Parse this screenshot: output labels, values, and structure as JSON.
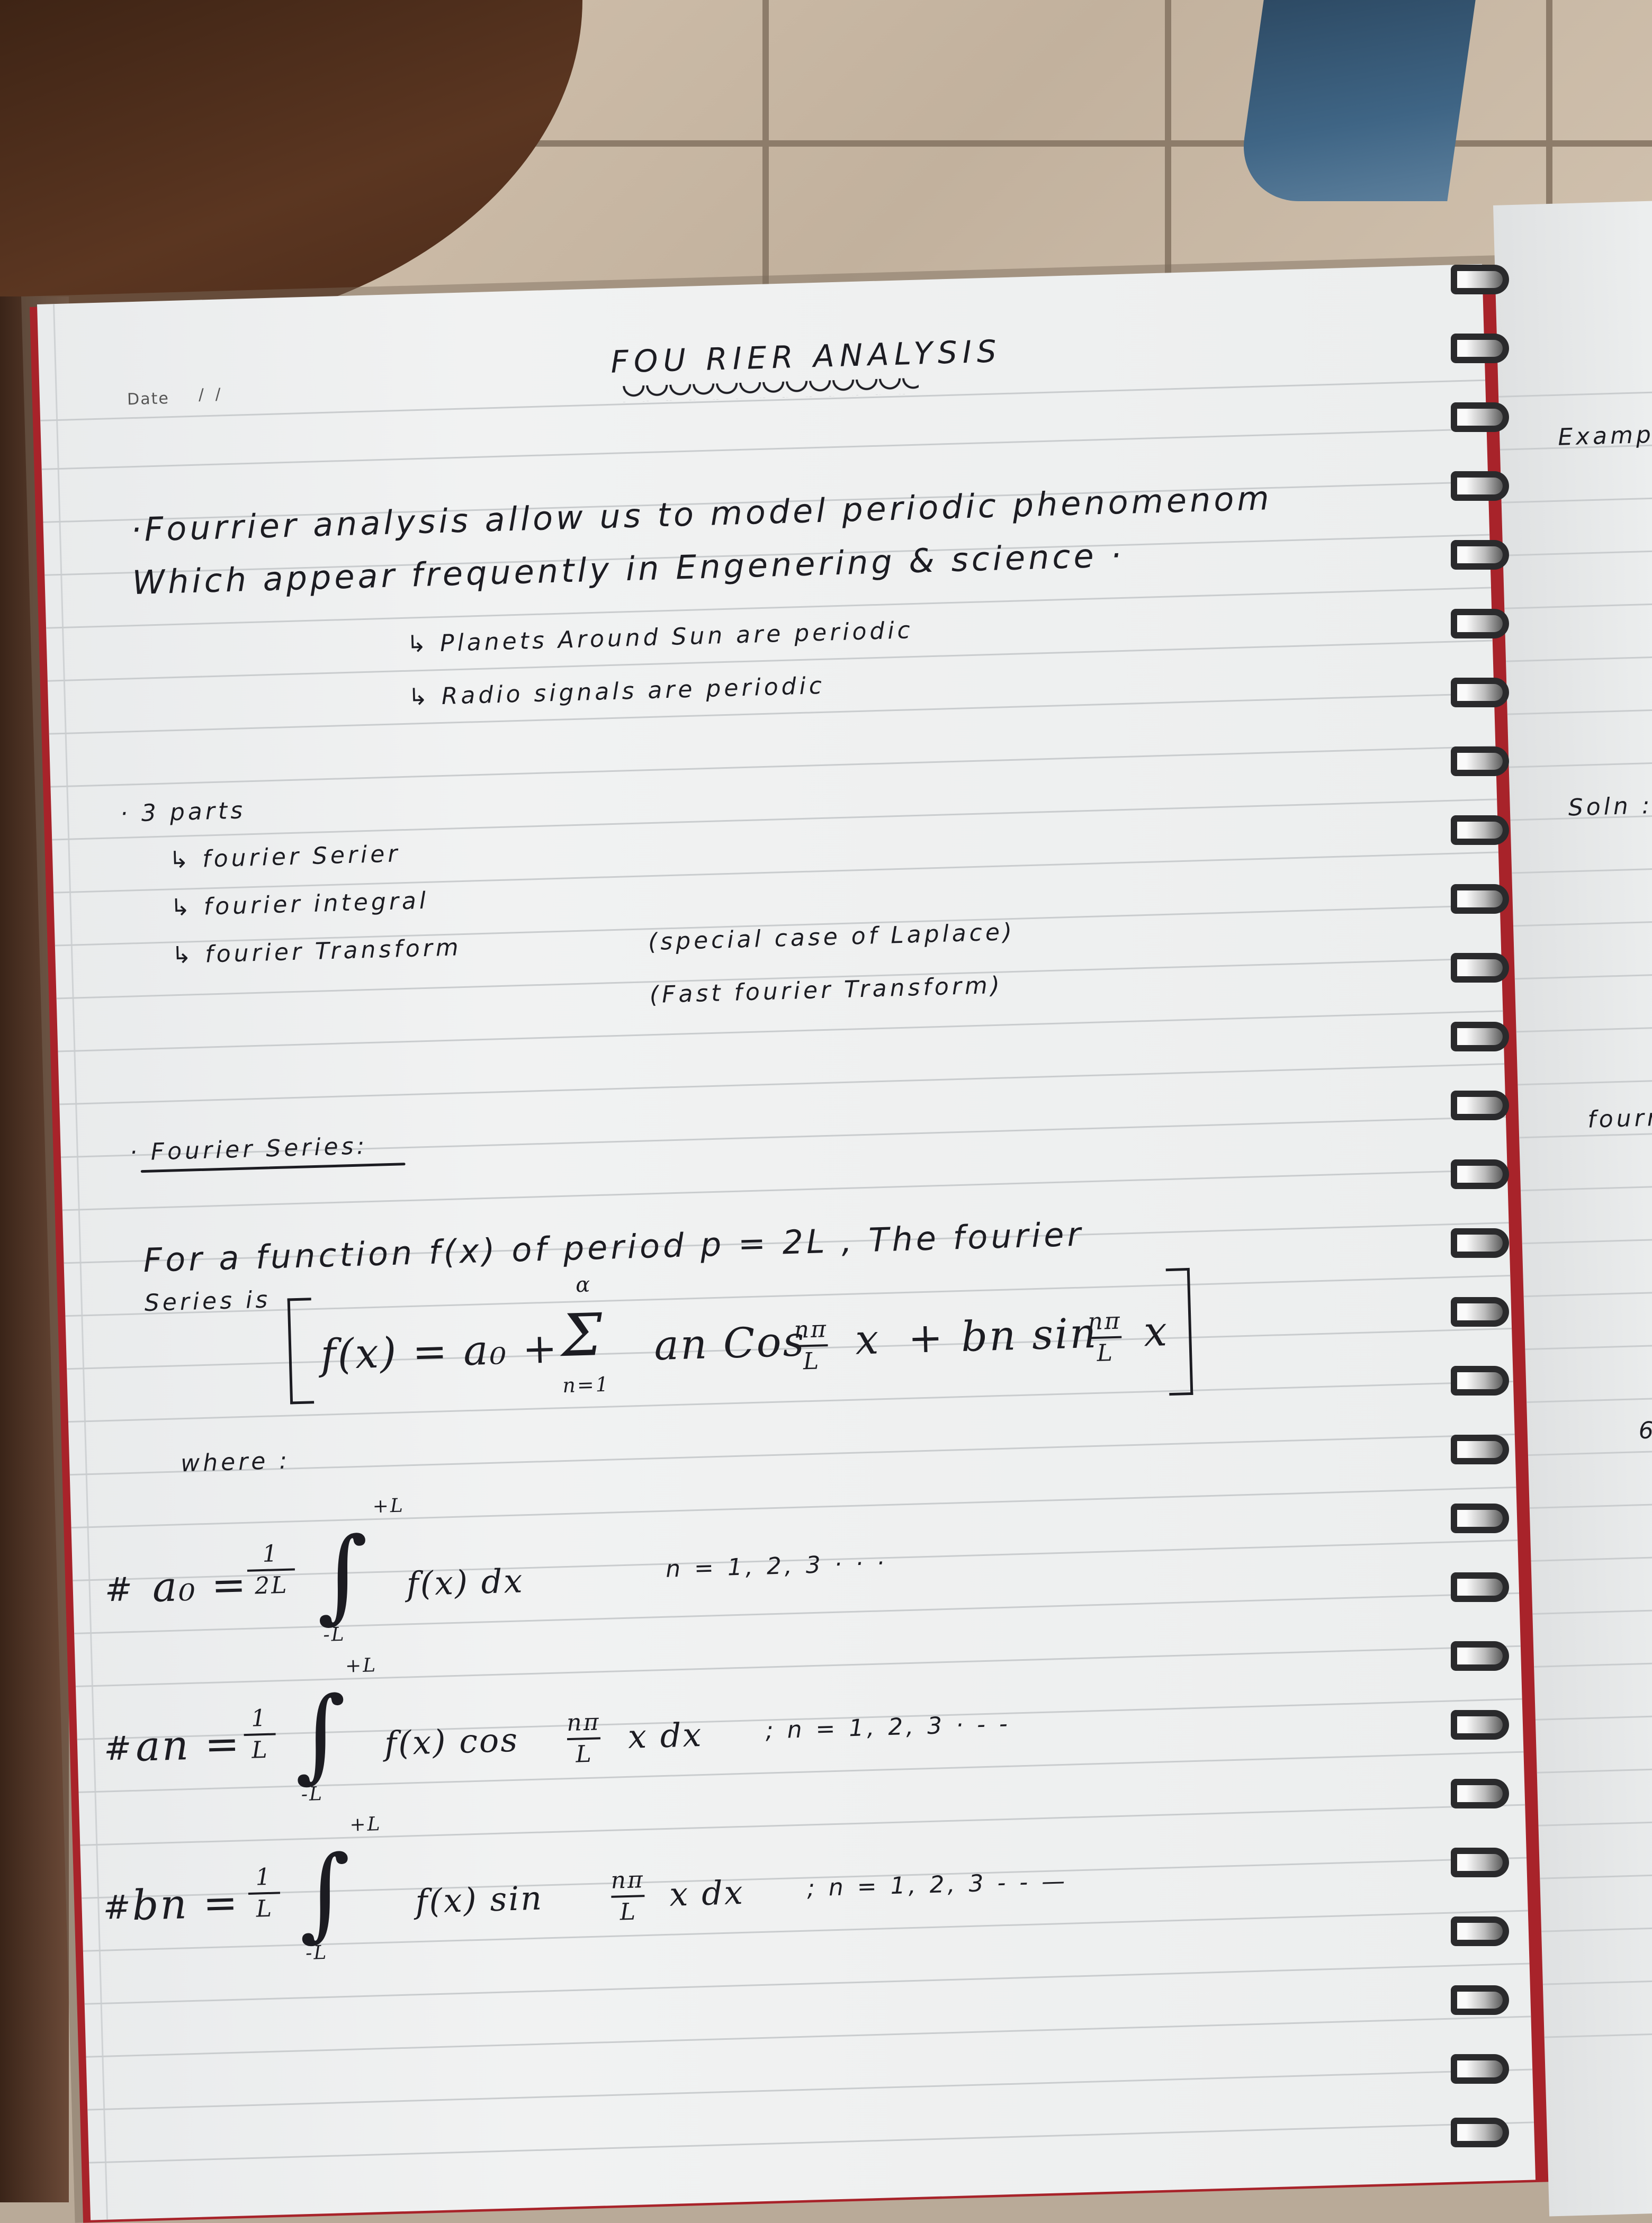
{
  "page": {
    "date_label": "Date",
    "date_slashes": "/     /",
    "title": "FOU RIER ANALYSIS"
  },
  "intro": {
    "line1": "·Fourrier analysis  allow  us  to model periodic  phenomenom",
    "line2": "Which appear frequently in Engenering  &  science ·",
    "arrow1": "↳ Planets Around Sun are periodic",
    "arrow2": "↳ Radio  signals are periodic"
  },
  "parts": {
    "heading": "· 3 parts",
    "item1": "↳ fourier Serier",
    "item2": "↳ fourier integral",
    "item3": "↳ fourier Transform",
    "note1": "(special case of Laplace)",
    "note2": "(Fast fourier Transform)"
  },
  "series": {
    "heading": "· Fourier Series:",
    "def_line1": "For  a function f(x) of  period  p = 2L ,  The fourier",
    "def_line2": "Series is",
    "formula_lhs": "f(x) = a₀ +",
    "sum_sign": "Σ",
    "sum_upper": "α",
    "sum_lower": "n=1",
    "term_a": "an Cos",
    "term_a_num": "nπ",
    "term_a_den": "L",
    "term_a_var": "x",
    "plus": "+",
    "term_b": "bn  sin",
    "term_b_num": "nπ",
    "term_b_den": "L",
    "term_b_var": "x",
    "where": "where :"
  },
  "coefficients": {
    "a0": {
      "mark": "#",
      "lhs": "a₀ =",
      "frac_num": "1",
      "frac_den": "2L",
      "upper": "+L",
      "lower": "-L",
      "integrand": "f(x) dx",
      "range": "n = 1, 2, 3 · · ·"
    },
    "an": {
      "mark": "#",
      "lhs": "an =",
      "frac_num": "1",
      "frac_den": "L",
      "upper": "+L",
      "lower": "-L",
      "integrand_pre": "f(x)  cos",
      "inner_num": "nπ",
      "inner_den": "L",
      "integrand_post": "x  dx",
      "range": "; n = 1, 2, 3 · - -"
    },
    "bn": {
      "mark": "#",
      "lhs": "bn =",
      "frac_num": "1",
      "frac_den": "L",
      "upper": "+L",
      "lower": "-L",
      "integrand_pre": "f(x)   sin",
      "inner_num": "nπ",
      "inner_den": "L",
      "integrand_post": "x dx",
      "range": "; n = 1, 2, 3 - - —"
    }
  },
  "right_page": {
    "word1": "Examp",
    "word2": "Soln :",
    "word3": "fourr",
    "word4": "6"
  }
}
